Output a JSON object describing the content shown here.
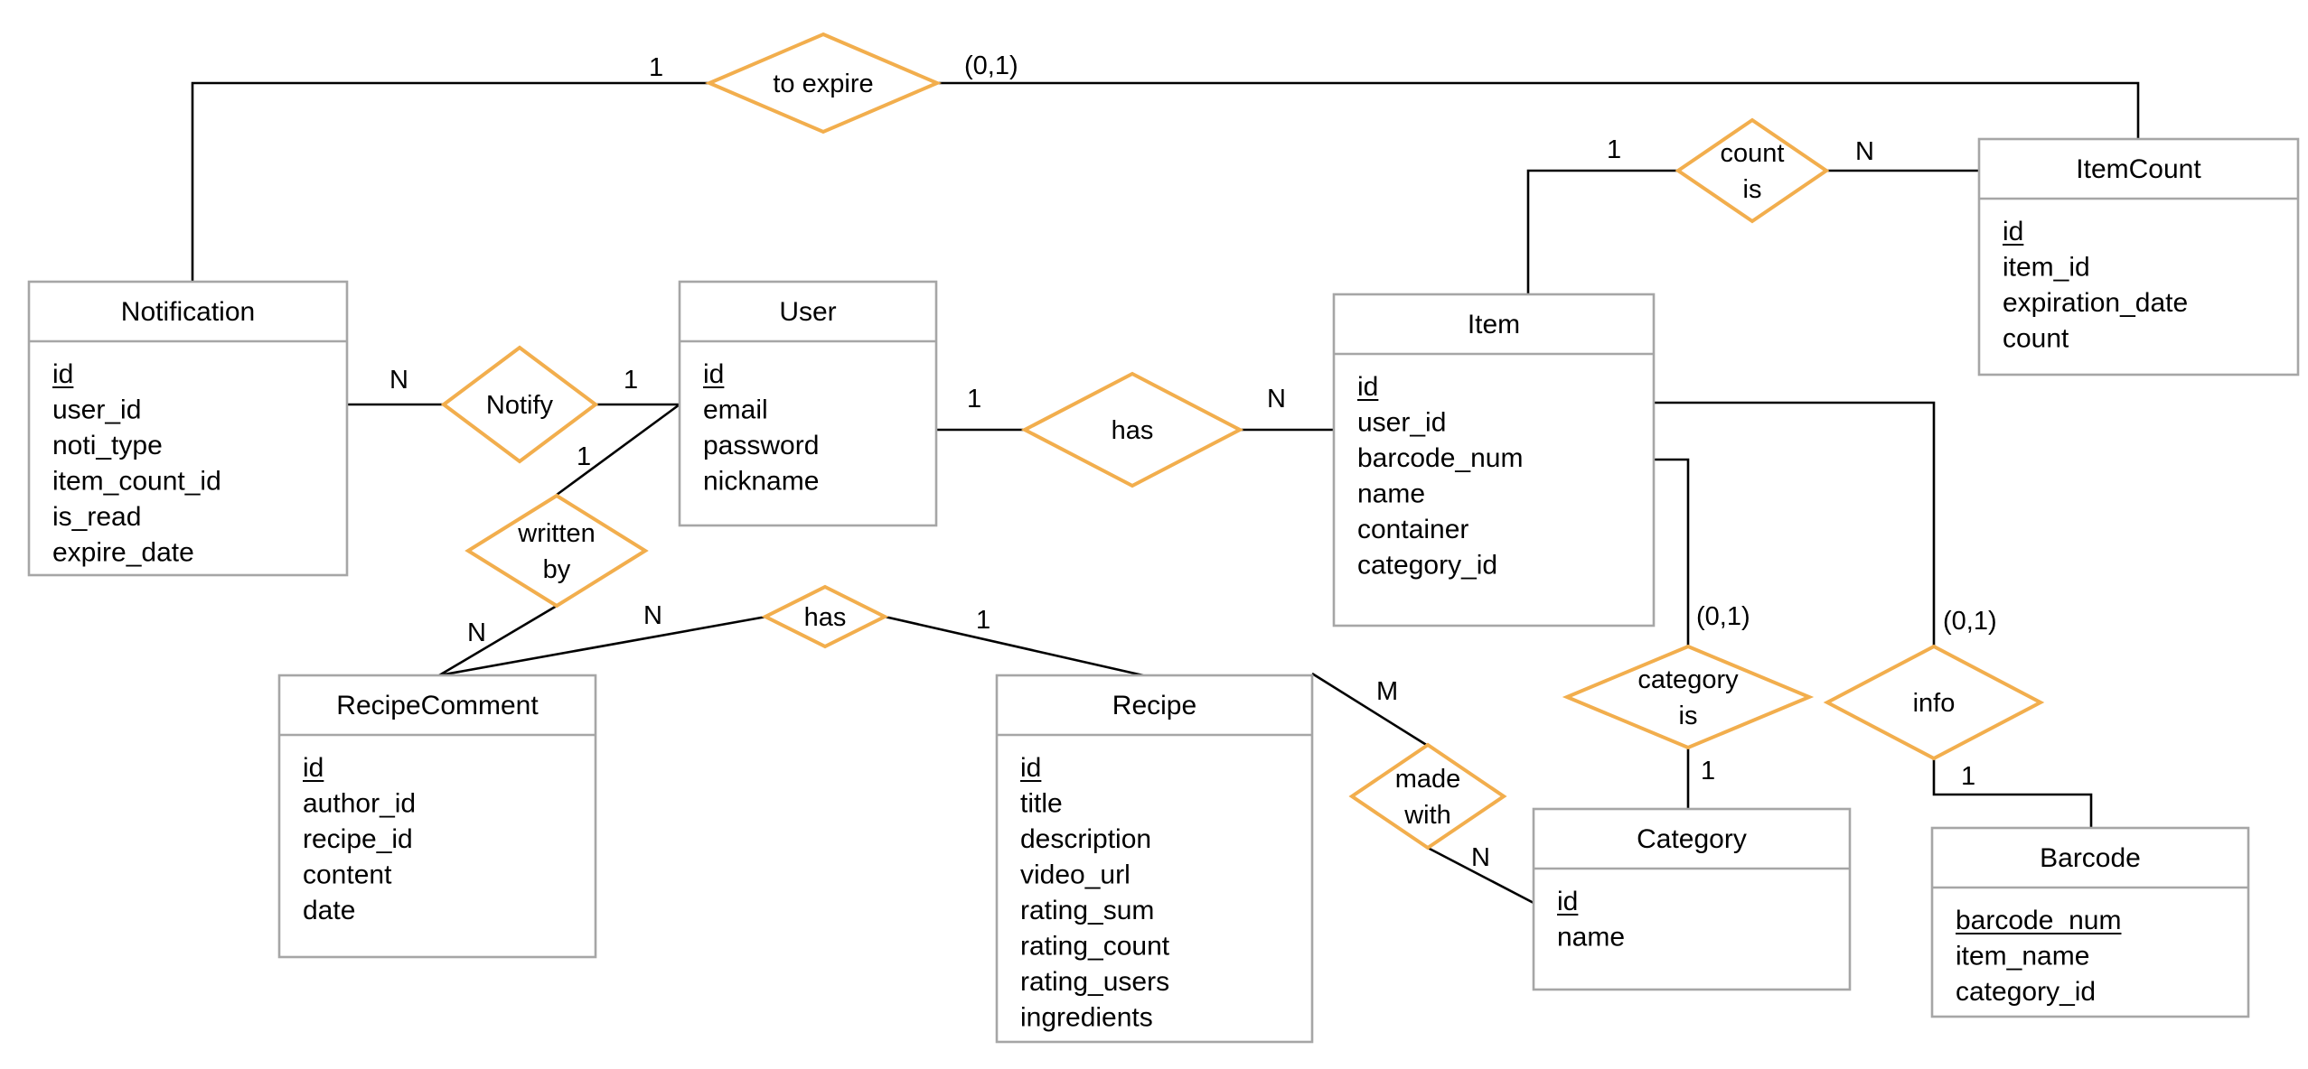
{
  "entities": [
    {
      "key": "Notification",
      "title": "Notification",
      "attrs": [
        "id",
        "user_id",
        "noti_type",
        "item_count_id",
        "is_read",
        "expire_date"
      ],
      "pk": [
        0
      ]
    },
    {
      "key": "User",
      "title": "User",
      "attrs": [
        "id",
        "email",
        "password",
        "nickname"
      ],
      "pk": [
        0
      ]
    },
    {
      "key": "Item",
      "title": "Item",
      "attrs": [
        "id",
        "user_id",
        "barcode_num",
        "name",
        "container",
        "category_id"
      ],
      "pk": [
        0
      ]
    },
    {
      "key": "ItemCount",
      "title": "ItemCount",
      "attrs": [
        "id",
        "item_id",
        "expiration_date",
        "count"
      ],
      "pk": [
        0
      ]
    },
    {
      "key": "RecipeComment",
      "title": "RecipeComment",
      "attrs": [
        "id",
        "author_id",
        "recipe_id",
        "content",
        "date"
      ],
      "pk": [
        0
      ]
    },
    {
      "key": "Recipe",
      "title": "Recipe",
      "attrs": [
        "id",
        "title",
        "description",
        "video_url",
        "rating_sum",
        "rating_count",
        "rating_users",
        "ingredients"
      ],
      "pk": [
        0
      ]
    },
    {
      "key": "Category",
      "title": "Category",
      "attrs": [
        "id",
        "name"
      ],
      "pk": [
        0
      ]
    },
    {
      "key": "Barcode",
      "title": "Barcode",
      "attrs": [
        "barcode_num",
        "item_name",
        "category_id"
      ],
      "pk": [
        0
      ]
    }
  ],
  "relationships": [
    {
      "key": "to-expire",
      "lines": [
        "to expire"
      ]
    },
    {
      "key": "count-is",
      "lines": [
        "count",
        "is"
      ]
    },
    {
      "key": "notify",
      "lines": [
        "Notify"
      ]
    },
    {
      "key": "user-has-item",
      "lines": [
        "has"
      ]
    },
    {
      "key": "written-by",
      "lines": [
        "written",
        "by"
      ]
    },
    {
      "key": "recipe-has-comment",
      "lines": [
        "has"
      ]
    },
    {
      "key": "category-is",
      "lines": [
        "category",
        "is"
      ]
    },
    {
      "key": "info",
      "lines": [
        "info"
      ]
    },
    {
      "key": "made-with",
      "lines": [
        "made",
        "with"
      ]
    }
  ],
  "cardinalities": [
    {
      "key": "to-expire-notification",
      "text": "1"
    },
    {
      "key": "to-expire-itemcount",
      "text": "(0,1)"
    },
    {
      "key": "count-is-item",
      "text": "1"
    },
    {
      "key": "count-is-itemcount",
      "text": "N"
    },
    {
      "key": "notify-notification",
      "text": "N"
    },
    {
      "key": "notify-user",
      "text": "1"
    },
    {
      "key": "has-user",
      "text": "1"
    },
    {
      "key": "has-item",
      "text": "N"
    },
    {
      "key": "written-by-user",
      "text": "1"
    },
    {
      "key": "written-by-comment",
      "text": "N"
    },
    {
      "key": "recipe-has-comment-comment",
      "text": "N"
    },
    {
      "key": "recipe-has-comment-recipe",
      "text": "1"
    },
    {
      "key": "category-is-item",
      "text": "(0,1)"
    },
    {
      "key": "category-is-category",
      "text": "1"
    },
    {
      "key": "info-item",
      "text": "(0,1)"
    },
    {
      "key": "info-barcode",
      "text": "1"
    },
    {
      "key": "made-with-recipe",
      "text": "M"
    },
    {
      "key": "made-with-category",
      "text": "N"
    }
  ],
  "colors": {
    "entity_border": "#a6a6a6",
    "relationship_border": "#f2ae4d",
    "line": "#000000"
  }
}
